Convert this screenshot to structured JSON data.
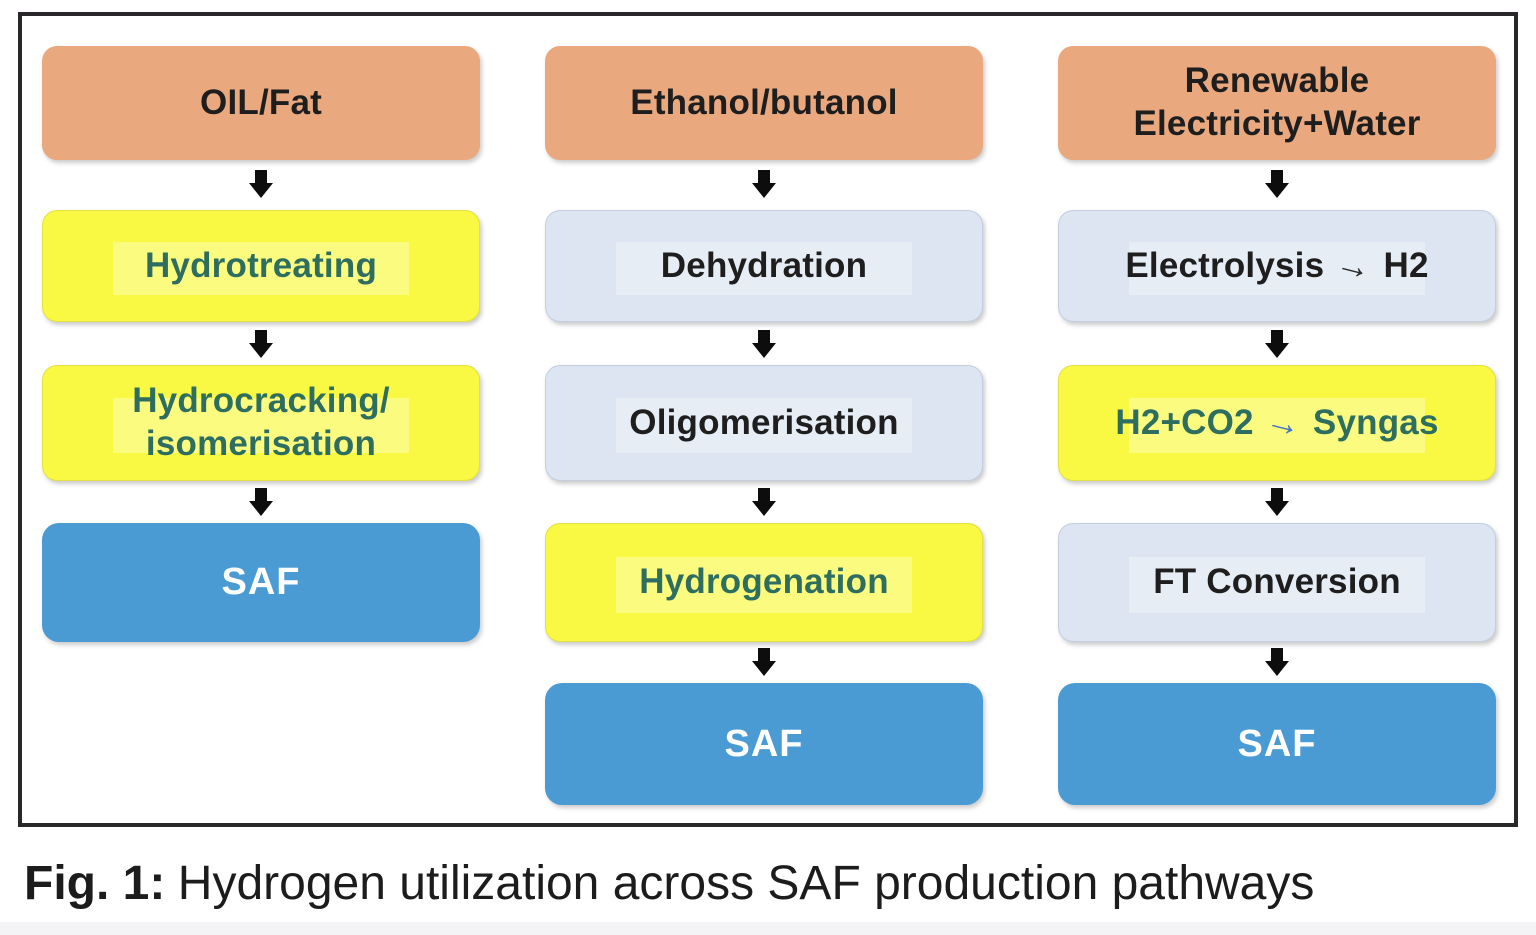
{
  "caption": {
    "prefix": "Fig. 1:",
    "text": "Hydrogen utilization across SAF production pathways"
  },
  "columns": [
    {
      "id": "oil-fat-pathway",
      "boxes": [
        {
          "label": "OIL/Fat",
          "kind": "feedstock"
        },
        {
          "label": "Hydrotreating",
          "kind": "hydrogen-step"
        },
        {
          "label": "Hydrocracking/\nisomerisation",
          "kind": "hydrogen-step"
        },
        {
          "label": "SAF",
          "kind": "product"
        }
      ]
    },
    {
      "id": "ethanol-butanol-pathway",
      "boxes": [
        {
          "label": "Ethanol/butanol",
          "kind": "feedstock"
        },
        {
          "label": "Dehydration",
          "kind": "process"
        },
        {
          "label": "Oligomerisation",
          "kind": "process"
        },
        {
          "label": "Hydrogenation",
          "kind": "hydrogen-step"
        },
        {
          "label": "SAF",
          "kind": "product"
        }
      ]
    },
    {
      "id": "power-to-liquid-pathway",
      "boxes": [
        {
          "label": "Renewable\nElectricity+Water",
          "kind": "feedstock"
        },
        {
          "parts": {
            "pre": "Electrolysis",
            "arrow": "→",
            "post": "H2"
          },
          "kind": "process"
        },
        {
          "parts": {
            "pre": "H2+CO2",
            "arrow": "→",
            "post": "Syngas"
          },
          "kind": "hydrogen-step"
        },
        {
          "label": "FT Conversion",
          "kind": "process"
        },
        {
          "label": "SAF",
          "kind": "product"
        }
      ]
    }
  ],
  "colors": {
    "feedstock_box": "#E9A87E",
    "hydrogen_step_box": "#F9F944",
    "process_box": "#DCE5F1",
    "saf_product_box": "#4A9BD4",
    "hydrogen_step_text": "#2E6E60",
    "dark_text": "#1E1E1E",
    "saf_text": "#FFFFFF",
    "syngas_inline_arrow": "#4472C4",
    "frame_border": "#29272A"
  }
}
